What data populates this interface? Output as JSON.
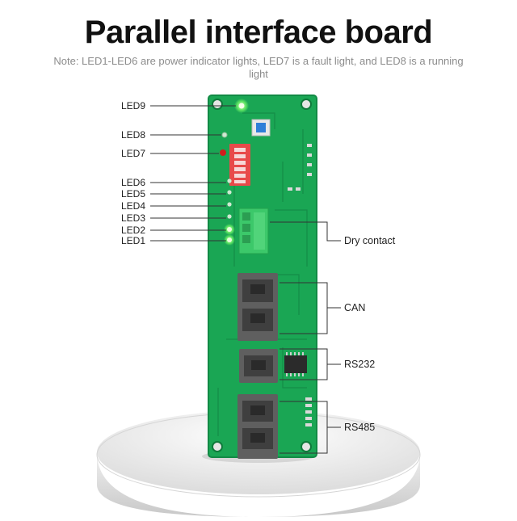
{
  "title": "Parallel interface board",
  "note": "Note: LED1-LED6 are power indicator lights, LED7 is a fault light, and LED8 is a running light",
  "left_labels": {
    "led9": "LED9",
    "led8": "LED8",
    "led7": "LED7",
    "led6": "LED6",
    "led5": "LED5",
    "led4": "LED4",
    "led3": "LED3",
    "led2": "LED2",
    "led1": "LED1"
  },
  "right_labels": {
    "dry_contact": "Dry contact",
    "can": "CAN",
    "rs232": "RS232",
    "rs485": "RS485"
  },
  "colors": {
    "pcb": "#1aa654",
    "pcb_dark": "#128a45",
    "jack": "#5f5f5f",
    "dip_switch": "#e84a4a",
    "terminal": "#3cc86a",
    "fault_led": "#d11d1d"
  }
}
